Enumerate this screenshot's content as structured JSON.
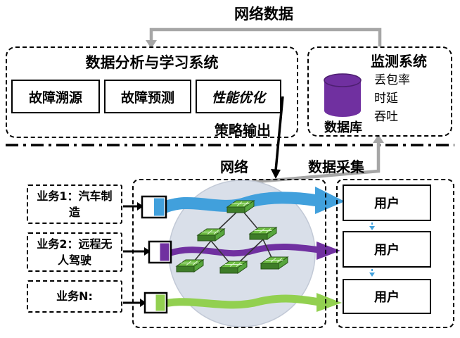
{
  "diagram": {
    "network_data_label": "网络数据",
    "policy_output_label": "策略输出",
    "network_label": "网络",
    "data_collection_label": "数据采集"
  },
  "analysis_system": {
    "title": "数据分析与学习系统",
    "modules": [
      "故障溯源",
      "故障预测",
      "性能优化"
    ]
  },
  "monitoring_system": {
    "title": "监测系统",
    "database_label": "数据库",
    "metrics": [
      "丢包率",
      "时延",
      "吞吐"
    ]
  },
  "services": [
    {
      "label": "业务1：汽车制造"
    },
    {
      "label": "业务2：远程无人驾驶"
    },
    {
      "label": "业务N:"
    }
  ],
  "users": [
    "用户",
    "用户",
    "用户"
  ],
  "colors": {
    "flow_blue": "#41A0DC",
    "flow_purple": "#7030A0",
    "flow_green": "#92D050",
    "database_purple": "#7030A0",
    "connector_gray": "#A6A6A6"
  }
}
